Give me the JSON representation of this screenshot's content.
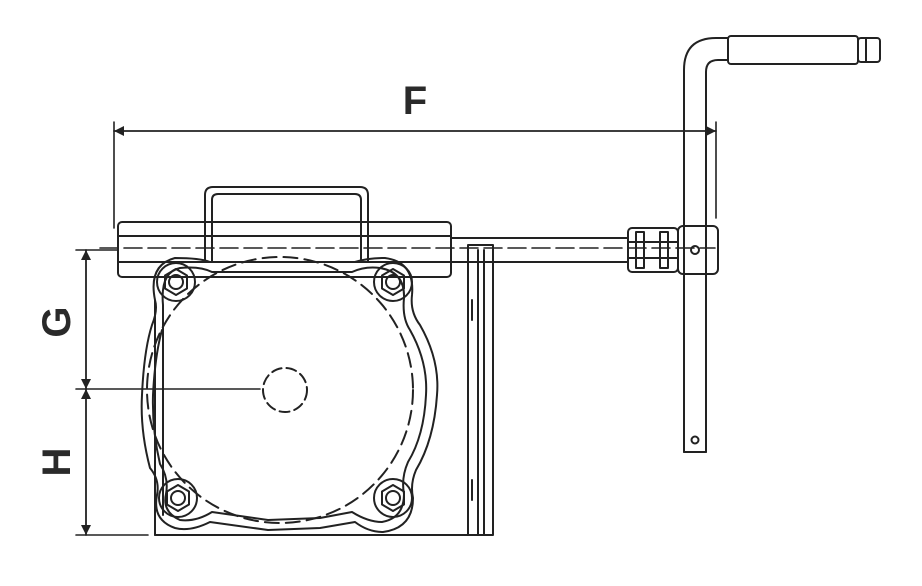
{
  "diagram": {
    "kind": "technical-drawing",
    "subject": "hand-winch-side-view",
    "dimensions": [
      {
        "id": "F",
        "label": "F",
        "orientation": "horizontal"
      },
      {
        "id": "G",
        "label": "G",
        "orientation": "vertical"
      },
      {
        "id": "H",
        "label": "H",
        "orientation": "vertical"
      }
    ],
    "colors": {
      "line": "#222222",
      "background": "#ffffff"
    }
  }
}
